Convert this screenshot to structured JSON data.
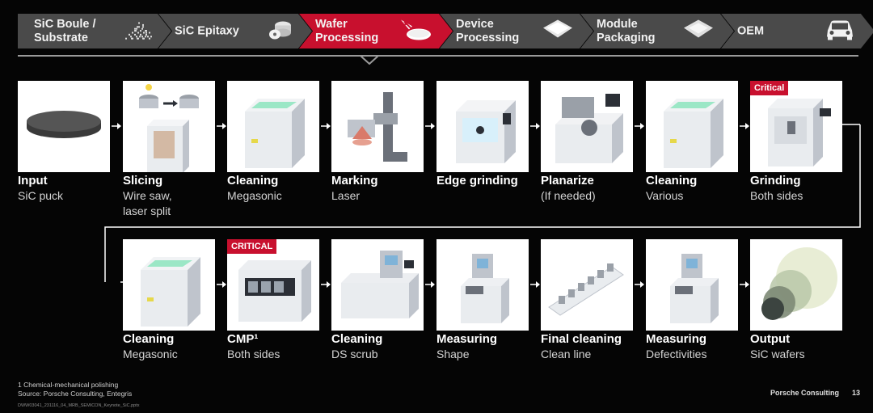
{
  "header": {
    "stages": [
      {
        "label": "SiC Boule /\nSubstrate",
        "icon": "crystal-pile-icon",
        "active": false
      },
      {
        "label": "SiC Epitaxy",
        "icon": "wafer-stack-icon",
        "active": false
      },
      {
        "label": "Wafer\nProcessing",
        "icon": "wafer-laser-icon",
        "active": true
      },
      {
        "label": "Device\nProcessing",
        "icon": "chip-icon",
        "active": false
      },
      {
        "label": "Module\nPackaging",
        "icon": "module-icon",
        "active": false
      },
      {
        "label": "OEM",
        "icon": "car-icon",
        "active": false
      }
    ],
    "active_color": "#c8102e",
    "inactive_color": "#4a4a4a"
  },
  "steps": [
    {
      "title": "Input",
      "sub": "SiC puck",
      "badge": "",
      "icon": "sic-puck-icon"
    },
    {
      "title": "Slicing",
      "sub": "Wire saw,\nlaser split",
      "badge": "",
      "icon": "wire-saw-icon"
    },
    {
      "title": "Cleaning",
      "sub": "Megasonic",
      "badge": "",
      "icon": "cleaning-tank-icon"
    },
    {
      "title": "Marking",
      "sub": "Laser",
      "badge": "",
      "icon": "laser-marker-icon"
    },
    {
      "title": "Edge grinding",
      "sub": "",
      "badge": "",
      "icon": "edge-grinder-icon"
    },
    {
      "title": "Planarize",
      "sub": "(If needed)",
      "badge": "",
      "icon": "planarizer-icon"
    },
    {
      "title": "Cleaning",
      "sub": "Various",
      "badge": "",
      "icon": "cleaning-tank-icon"
    },
    {
      "title": "Grinding",
      "sub": "Both sides",
      "badge": "Critical",
      "icon": "grinder-icon"
    },
    {
      "title": "Cleaning",
      "sub": "Megasonic",
      "badge": "",
      "icon": "cleaning-tank-icon"
    },
    {
      "title": "CMP¹",
      "sub": "Both sides",
      "badge": "CRITICAL",
      "icon": "cmp-tool-icon"
    },
    {
      "title": "Cleaning",
      "sub": "DS scrub",
      "badge": "",
      "icon": "scrubber-icon"
    },
    {
      "title": "Measuring",
      "sub": "Shape",
      "badge": "",
      "icon": "metrology-tool-icon"
    },
    {
      "title": "Final cleaning",
      "sub": "Clean line",
      "badge": "",
      "icon": "clean-line-icon"
    },
    {
      "title": "Measuring",
      "sub": "Defectivities",
      "badge": "",
      "icon": "metrology-tool-icon"
    },
    {
      "title": "Output",
      "sub": "SiC wafers",
      "badge": "",
      "icon": "sic-wafers-icon"
    }
  ],
  "footer": {
    "footnote": "1 Chemical-mechanical polishing",
    "source": "Source: Porsche Consulting, Entegris",
    "file": "DWW03041_231116_04_MRB_SEMICON_Keynote_SiC.pptx",
    "brand": "Porsche Consulting",
    "page": "13"
  },
  "colors": {
    "accent": "#c8102e",
    "background": "#050505",
    "connector": "#ffffff"
  }
}
